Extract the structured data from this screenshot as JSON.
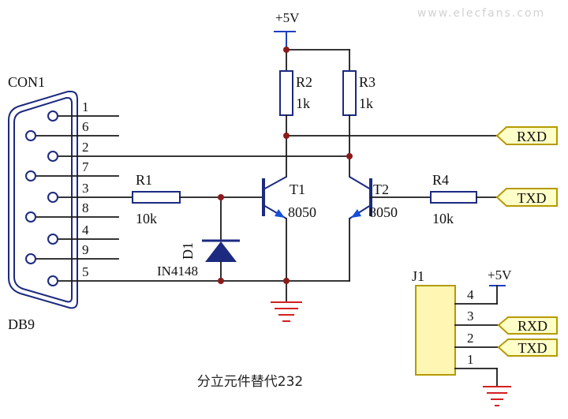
{
  "watermark": "www.elecfans.com",
  "caption": "分立元件替代232",
  "colors": {
    "wire": "#1a1a1a",
    "component": "#1c2a80",
    "junction": "#8b1a1a",
    "ground": "#d42020",
    "supply": "#1f3fbf",
    "arrow": "#1450d8",
    "net_fill": "#ffffc8",
    "net_border": "#b59a00",
    "connector_fill": "#fff6b4"
  },
  "connector": {
    "ref": "CON1",
    "type": "DB9",
    "pins": [
      "1",
      "6",
      "2",
      "7",
      "3",
      "8",
      "4",
      "9",
      "5"
    ]
  },
  "supply": {
    "label": "+5V"
  },
  "components": {
    "r1": {
      "ref": "R1",
      "value": "10k"
    },
    "r2": {
      "ref": "R2",
      "value": "1k"
    },
    "r3": {
      "ref": "R3",
      "value": "1k"
    },
    "r4": {
      "ref": "R4",
      "value": "10k"
    },
    "t1": {
      "ref": "T1",
      "value": "8050"
    },
    "t2": {
      "ref": "T2",
      "value": "8050"
    },
    "d1": {
      "ref": "D1",
      "value": "IN4148"
    }
  },
  "net_labels": {
    "rxd": "RXD",
    "txd": "TXD"
  },
  "j1": {
    "ref": "J1",
    "power": "+5V",
    "pins": [
      "4",
      "3",
      "2",
      "1"
    ],
    "net_labels": {
      "pin3": "RXD",
      "pin2": "TXD"
    }
  }
}
